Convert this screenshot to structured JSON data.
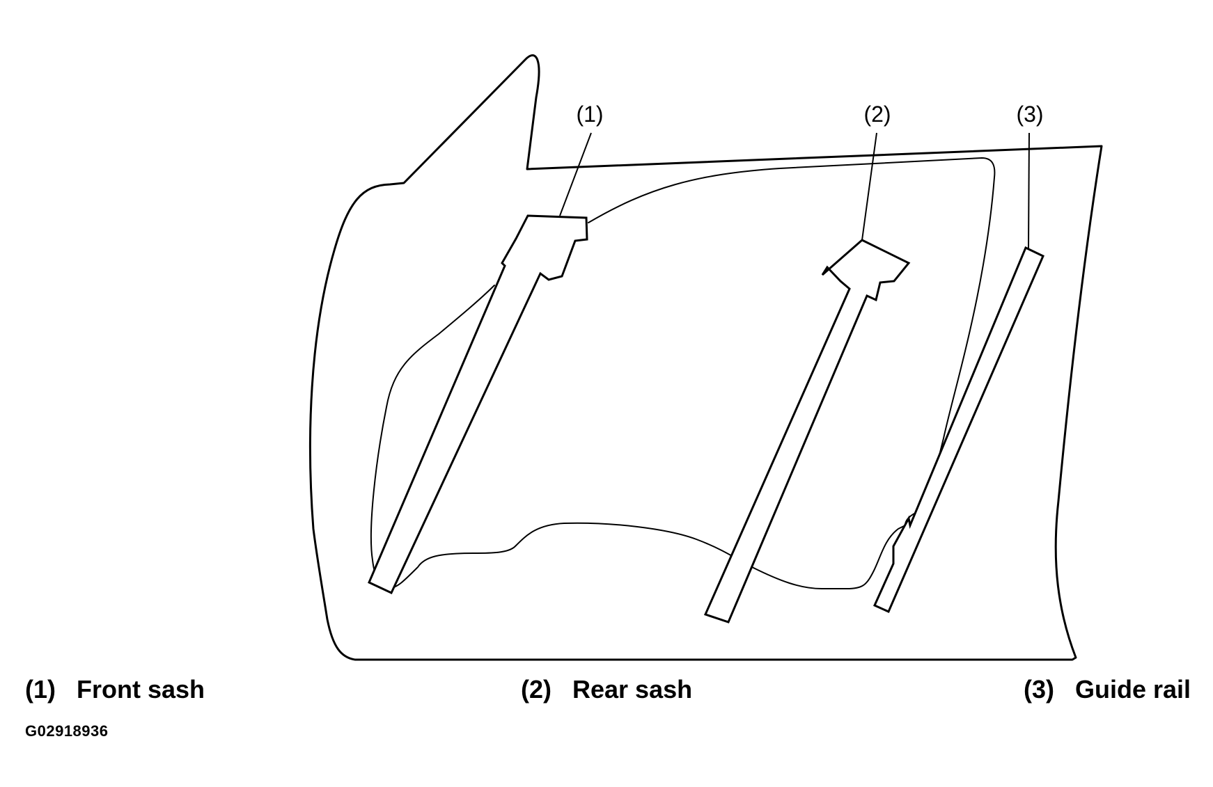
{
  "callouts": [
    {
      "id": "1",
      "text": "(1)"
    },
    {
      "id": "2",
      "text": "(2)"
    },
    {
      "id": "3",
      "text": "(3)"
    }
  ],
  "legend": [
    {
      "number": "(1)",
      "label": "Front sash"
    },
    {
      "number": "(2)",
      "label": "Rear sash"
    },
    {
      "number": "(3)",
      "label": "Guide rail"
    }
  ],
  "figure_id": "G02918936"
}
